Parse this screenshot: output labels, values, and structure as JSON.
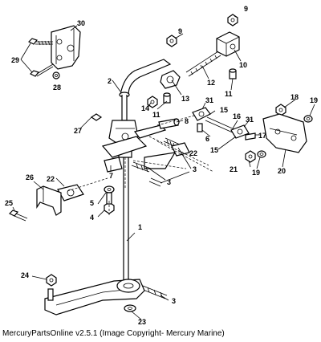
{
  "diagram": {
    "callouts": {
      "c1": "1",
      "c2": "2",
      "c3a": "3",
      "c3b": "3",
      "c3c": "3",
      "c4": "4",
      "c5": "5",
      "c6": "6",
      "c7": "7",
      "c8": "8",
      "c9a": "9",
      "c9b": "9",
      "c10": "10",
      "c11a": "11",
      "c11b": "11",
      "c12": "12",
      "c13": "13",
      "c14": "14",
      "c15a": "15",
      "c15b": "15",
      "c16": "16",
      "c17": "17",
      "c18": "18",
      "c19a": "19",
      "c19b": "19",
      "c20": "20",
      "c21": "21",
      "c22a": "22",
      "c22b": "22",
      "c23": "23",
      "c24": "24",
      "c25": "25",
      "c26": "26",
      "c27": "27",
      "c28": "28",
      "c29": "29",
      "c30": "30",
      "c31a": "31",
      "c31b": "31"
    }
  },
  "caption": "MercuryPartsOnline v2.5.1 (Image Copyright- Mercury Marine)"
}
